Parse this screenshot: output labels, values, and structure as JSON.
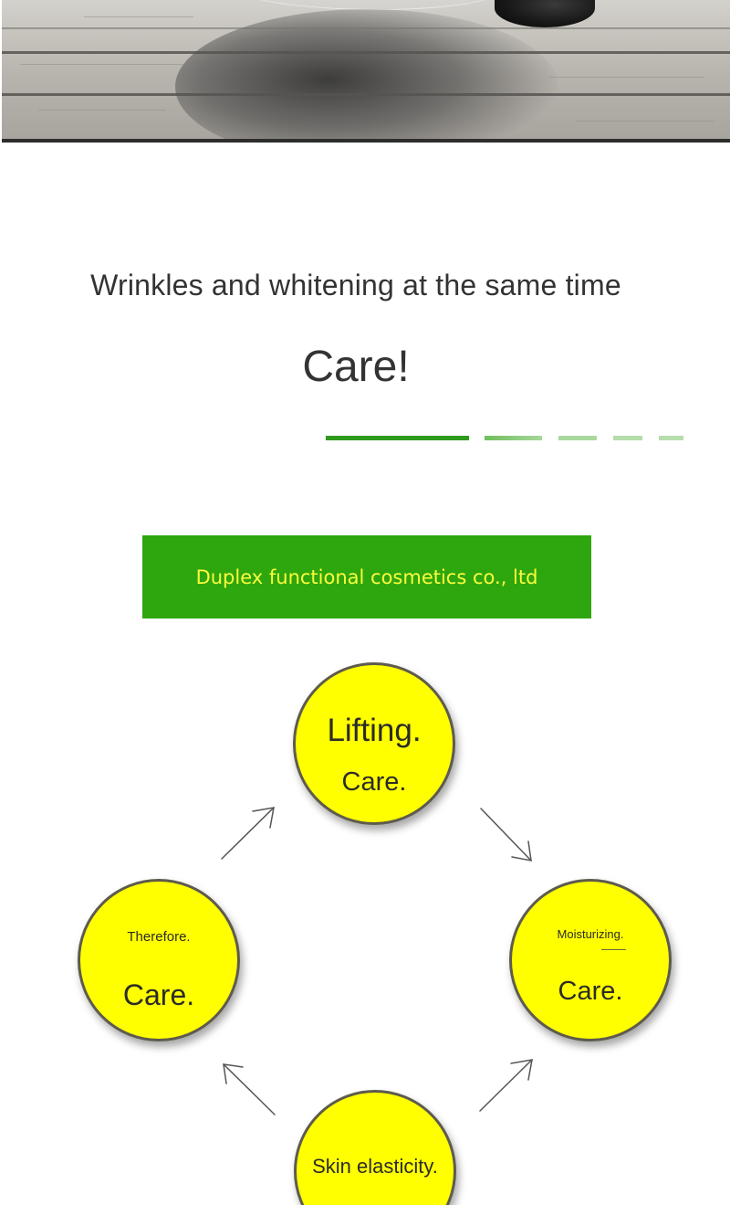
{
  "headline": {
    "subtitle": "Wrinkles and whitening at the same time",
    "title": "Care!"
  },
  "banner": {
    "text": "Duplex functional cosmetics co., ltd",
    "background_color": "#2ea60d",
    "text_color": "#fcfd3b"
  },
  "cycle": {
    "circle_color": "#ffff00",
    "top": {
      "line1": "Lifting.",
      "line2": "Care."
    },
    "right": {
      "line1": "Moisturizing.",
      "line2": "Care."
    },
    "bottom": {
      "line1": "Skin elasticity."
    },
    "left": {
      "line1": "Therefore.",
      "line2": "Care."
    }
  },
  "icons": {
    "hero": "light-bulb-on-wood-photo",
    "arrows": [
      "arrow-up-right-icon",
      "arrow-down-right-icon",
      "arrow-up-right-icon",
      "arrow-up-left-icon"
    ]
  },
  "colors": {
    "text": "#333333",
    "accent_green": "#2f9a1e"
  }
}
